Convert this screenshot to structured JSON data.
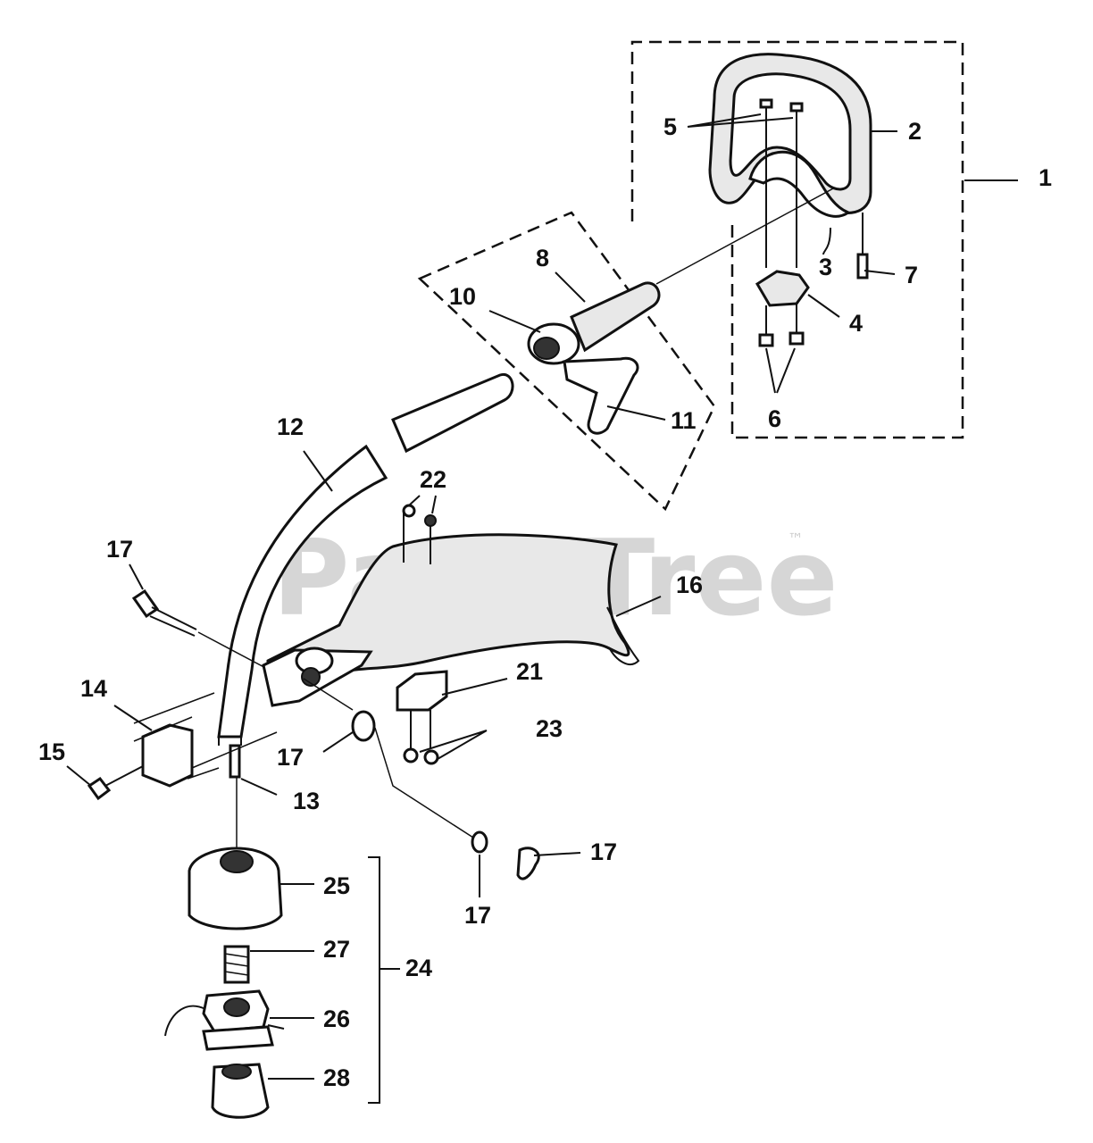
{
  "watermark": {
    "text": "PartsTree",
    "trademark": "™"
  },
  "callouts": [
    {
      "id": "c1",
      "text": "1"
    },
    {
      "id": "c2",
      "text": "2"
    },
    {
      "id": "c3",
      "text": "3"
    },
    {
      "id": "c4",
      "text": "4"
    },
    {
      "id": "c5",
      "text": "5"
    },
    {
      "id": "c6",
      "text": "6"
    },
    {
      "id": "c7",
      "text": "7"
    },
    {
      "id": "c8",
      "text": "8"
    },
    {
      "id": "c10",
      "text": "10"
    },
    {
      "id": "c11",
      "text": "11"
    },
    {
      "id": "c12",
      "text": "12"
    },
    {
      "id": "c13",
      "text": "13"
    },
    {
      "id": "c14",
      "text": "14"
    },
    {
      "id": "c15",
      "text": "15"
    },
    {
      "id": "c16",
      "text": "16"
    },
    {
      "id": "c17a",
      "text": "17"
    },
    {
      "id": "c17b",
      "text": "17"
    },
    {
      "id": "c17c",
      "text": "17"
    },
    {
      "id": "c17d",
      "text": "17"
    },
    {
      "id": "c21",
      "text": "21"
    },
    {
      "id": "c22",
      "text": "22"
    },
    {
      "id": "c23",
      "text": "23"
    },
    {
      "id": "c24",
      "text": "24"
    },
    {
      "id": "c25",
      "text": "25"
    },
    {
      "id": "c26",
      "text": "26"
    },
    {
      "id": "c27",
      "text": "27"
    },
    {
      "id": "c28",
      "text": "28"
    }
  ]
}
